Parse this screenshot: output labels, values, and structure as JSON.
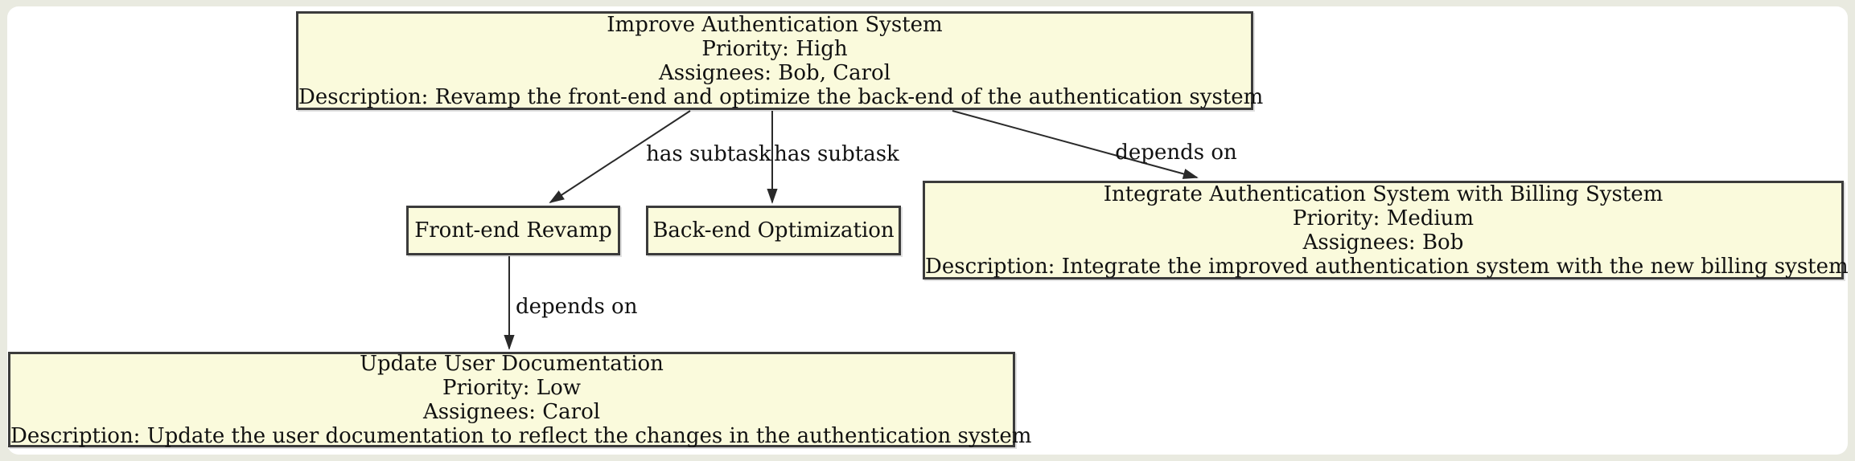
{
  "diagram": {
    "nodes": {
      "improve_auth": {
        "title": "Improve Authentication System",
        "priority": "Priority: High",
        "assignees": "Assignees: Bob, Carol",
        "description": "Description: Revamp the front-end and optimize the back-end of the authentication system"
      },
      "front_end": {
        "title": "Front-end Revamp"
      },
      "back_end": {
        "title": "Back-end Optimization"
      },
      "integrate_billing": {
        "title": "Integrate Authentication System with Billing System",
        "priority": "Priority: Medium",
        "assignees": "Assignees: Bob",
        "description": "Description: Integrate the improved authentication system with the new billing system"
      },
      "update_docs": {
        "title": "Update User Documentation",
        "priority": "Priority: Low",
        "assignees": "Assignees: Carol",
        "description": "Description: Update the user documentation to reflect the changes in the authentication system"
      }
    },
    "edges": {
      "improve_to_frontend": {
        "label": "has subtask"
      },
      "improve_to_backend": {
        "label": "has subtask"
      },
      "improve_to_integrate": {
        "label": "depends on"
      },
      "frontend_to_docs": {
        "label": "depends on"
      }
    },
    "colors": {
      "page_background": "#e9eae0",
      "canvas": "#ffffff",
      "node_fill": "#fafadc",
      "node_border": "#3b3b3b",
      "edge": "#2a2a2a",
      "text": "#111111"
    }
  }
}
